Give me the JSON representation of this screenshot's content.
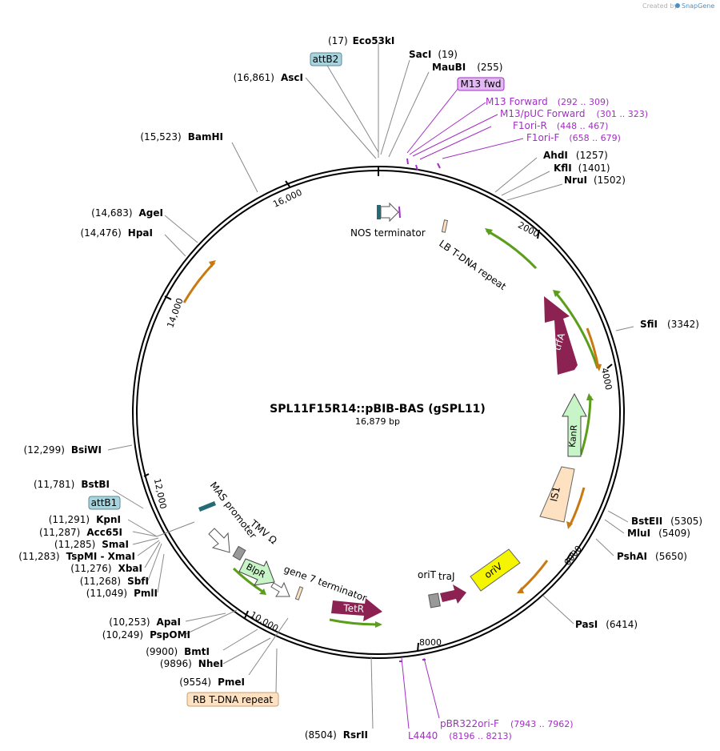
{
  "plasmid": {
    "name": "SPL11F15R14::pBIB-BAS (gSPL11)",
    "size_text": "16,879 bp"
  },
  "credit": {
    "prefix": "Created by",
    "brand": "SnapGene"
  },
  "ticks": [
    "2000",
    "4000",
    "6000",
    "8000",
    "10,000",
    "12,000",
    "14,000",
    "16,000"
  ],
  "enzymes": [
    {
      "name": "Eco53kI",
      "pos": "(17)"
    },
    {
      "name": "SacI",
      "pos": "(19)"
    },
    {
      "name": "MauBI",
      "pos": "(255)"
    },
    {
      "name": "AscI",
      "pos": "(16,861)"
    },
    {
      "name": "BamHI",
      "pos": "(15,523)"
    },
    {
      "name": "AgeI",
      "pos": "(14,683)"
    },
    {
      "name": "HpaI",
      "pos": "(14,476)"
    },
    {
      "name": "AhdI",
      "pos": "(1257)"
    },
    {
      "name": "KflI",
      "pos": "(1401)"
    },
    {
      "name": "NruI",
      "pos": "(1502)"
    },
    {
      "name": "SfiI",
      "pos": "(3342)"
    },
    {
      "name": "BstEII",
      "pos": "(5305)"
    },
    {
      "name": "MluI",
      "pos": "(5409)"
    },
    {
      "name": "PshAI",
      "pos": "(5650)"
    },
    {
      "name": "PasI",
      "pos": "(6414)"
    },
    {
      "name": "RsrII",
      "pos": "(8504)"
    },
    {
      "name": "PmeI",
      "pos": "(9554)"
    },
    {
      "name": "NheI",
      "pos": "(9896)"
    },
    {
      "name": "BmtI",
      "pos": "(9900)"
    },
    {
      "name": "PspOMI",
      "pos": "(10,249)"
    },
    {
      "name": "ApaI",
      "pos": "(10,253)"
    },
    {
      "name": "PmlI",
      "pos": "(11,049)"
    },
    {
      "name": "SbfI",
      "pos": "(11,268)"
    },
    {
      "name": "XbaI",
      "pos": "(11,276)"
    },
    {
      "name": "TspMI - XmaI",
      "pos": "(11,283)"
    },
    {
      "name": "SmaI",
      "pos": "(11,285)"
    },
    {
      "name": "Acc65I",
      "pos": "(11,287)"
    },
    {
      "name": "KpnI",
      "pos": "(11,291)"
    },
    {
      "name": "BstBI",
      "pos": "(11,781)"
    },
    {
      "name": "BsiWI",
      "pos": "(12,299)"
    }
  ],
  "primers": [
    {
      "name": "M13 Forward",
      "pos": "(292 .. 309)"
    },
    {
      "name": "M13/pUC Forward",
      "pos": "(301 .. 323)"
    },
    {
      "name": "F1ori-R",
      "pos": "(448 .. 467)"
    },
    {
      "name": "F1ori-F",
      "pos": "(658 .. 679)"
    },
    {
      "name": "pBR322ori-F",
      "pos": "(7943 .. 7962)"
    },
    {
      "name": "L4440",
      "pos": "(8196 .. 8213)"
    }
  ],
  "boxed_labels": {
    "attB2": "attB2",
    "m13fwd": "M13 fwd",
    "attB1": "attB1",
    "rb": "RB T-DNA repeat"
  },
  "features": {
    "nos": "NOS terminator",
    "lb": "LB T-DNA repeat",
    "trfA": "trfA",
    "kanR": "KanR",
    "is1": "IS1",
    "oriV": "oriV",
    "oriT": "oriT",
    "traJ": "traJ",
    "tetR": "TetR",
    "gene7": "gene 7 terminator",
    "blpR": "BlpR",
    "tmv": "TMV Ω",
    "mas": "MAS promoter"
  },
  "colors": {
    "trfA": "#8b2252",
    "tetR": "#8b2252",
    "traJ": "#8b2252",
    "kanR": "#c8f5c8",
    "is1": "#fde1c0",
    "oriV": "#f5f500",
    "attB": "#a9d4de",
    "m13fwd": "#e3b8f5",
    "rb": "#fde1c0",
    "primer": "#a22fc4",
    "orf_green": "#5a9e1a",
    "orf_orange": "#c87a10"
  }
}
